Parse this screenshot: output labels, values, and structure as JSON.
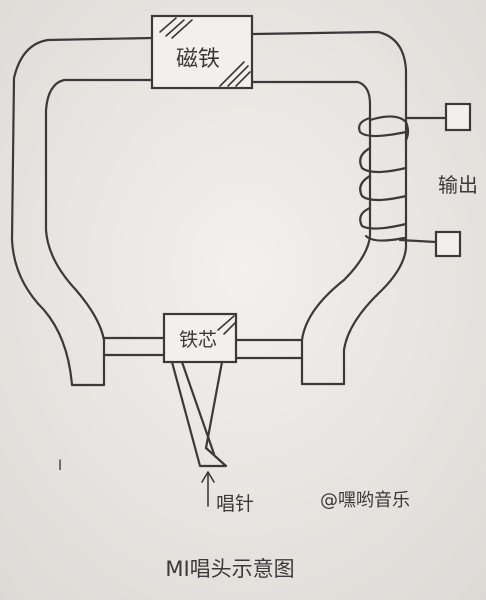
{
  "labels": {
    "magnet": "磁铁",
    "iron_core": "铁芯",
    "output": "输出",
    "stylus": "唱针",
    "watermark": "@嘿哟音乐",
    "caption": "MI唱头示意图",
    "stray_mark": "I"
  },
  "colors": {
    "paper": "#ecebe7",
    "ink": "#3a3a3a"
  }
}
